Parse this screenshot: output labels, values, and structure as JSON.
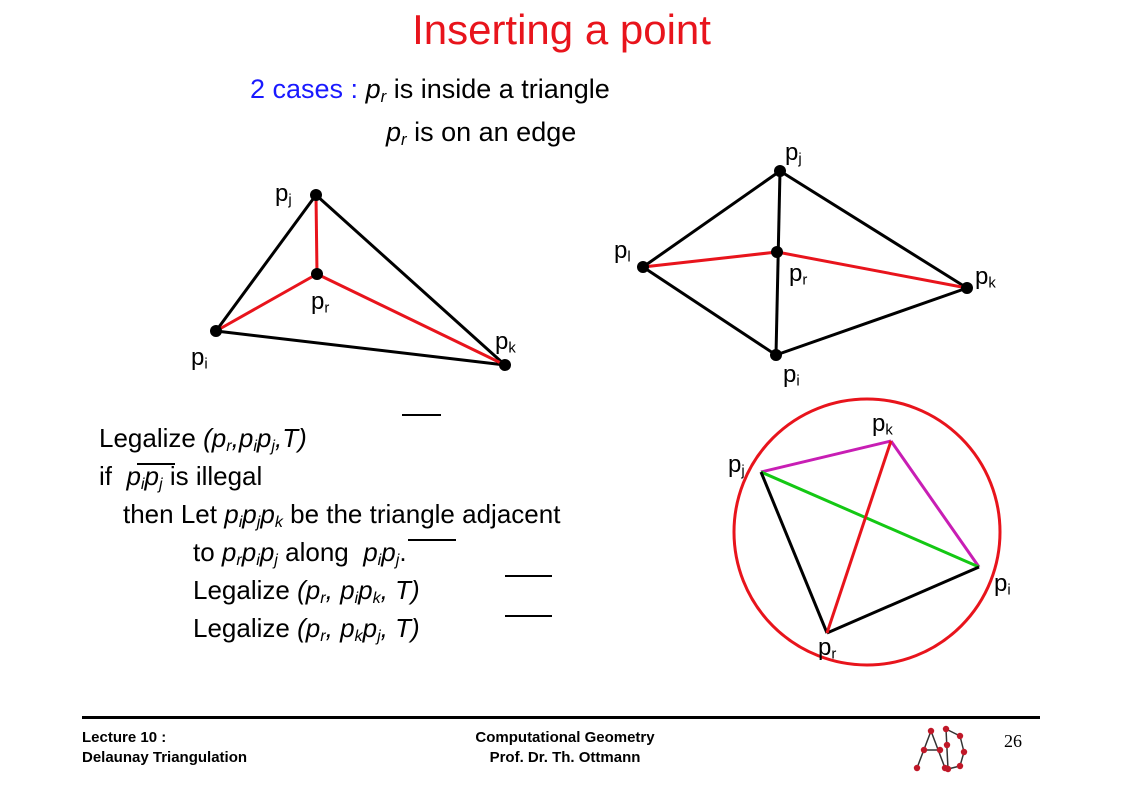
{
  "title": "Inserting a point",
  "cases": {
    "label": "2 cases :",
    "case1": {
      "p": "p",
      "sub": "r",
      "text": " is  inside a triangle"
    },
    "case2": {
      "p": "p",
      "sub": "r",
      "text": " is on an edge"
    }
  },
  "point_label": {
    "p": "p",
    "i": "i",
    "j": "j",
    "k": "k",
    "l": "l",
    "r": "r"
  },
  "algorithm": {
    "line1_word": "Legalize",
    "line2_if": "if",
    "line2_rest": "is illegal",
    "line3_then": "then Let",
    "line3_rest": "be the triangle adjacent",
    "line4_to": "to",
    "line4_along": "along",
    "line5_word": "Legalize",
    "line6_word": "Legalize",
    "T": "T"
  },
  "colors": {
    "red": "#e8141c",
    "green": "#14c814",
    "magenta": "#c81eb4",
    "blue": "#1a1aff"
  },
  "footer": {
    "lecture": "Lecture 10 :",
    "topic": "Delaunay Triangulation",
    "course": "Computational Geometry",
    "prof": "Prof. Dr. Th. Ottmann",
    "page": "26"
  }
}
